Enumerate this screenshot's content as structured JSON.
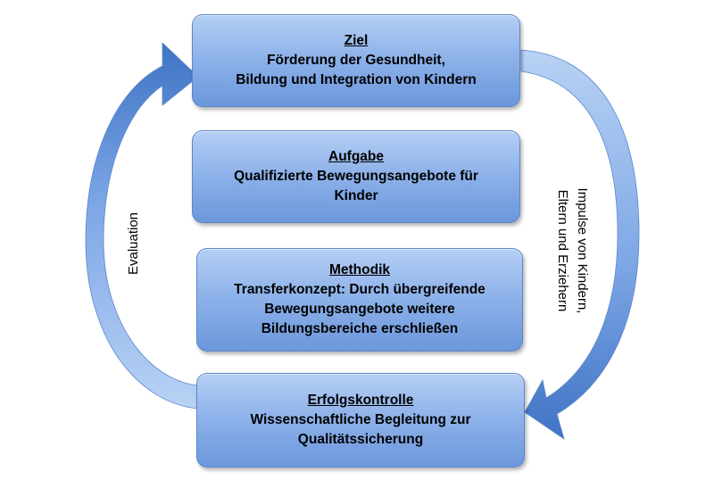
{
  "boxes": {
    "ziel": {
      "heading": "Ziel",
      "line1": "Förderung der Gesundheit,",
      "line2": "Bildung und Integration von Kindern"
    },
    "aufgabe": {
      "heading": "Aufgabe",
      "line1": "Qualifizierte Bewegungsangebote für",
      "line2": "Kinder"
    },
    "methodik": {
      "heading": "Methodik",
      "line1": "Transferkonzept: Durch übergreifende",
      "line2": "Bewegungsangebote weitere",
      "line3": "Bildungsbereiche erschließen"
    },
    "erfolgskontrolle": {
      "heading": "Erfolgskontrolle",
      "line1": "Wissenschaftliche Begleitung zur",
      "line2": "Qualitätssicherung"
    }
  },
  "arrows": {
    "left_label": "Evaluation",
    "right_label_line1": "Impulse von Kindern,",
    "right_label_line2": "Eltern und Erziehern"
  },
  "colors": {
    "box_top": "#b5cff4",
    "box_bottom": "#6c97dc",
    "box_border": "#5b87c9",
    "arrow_light": "#a9c6f0",
    "arrow_dark": "#3f73c4"
  }
}
